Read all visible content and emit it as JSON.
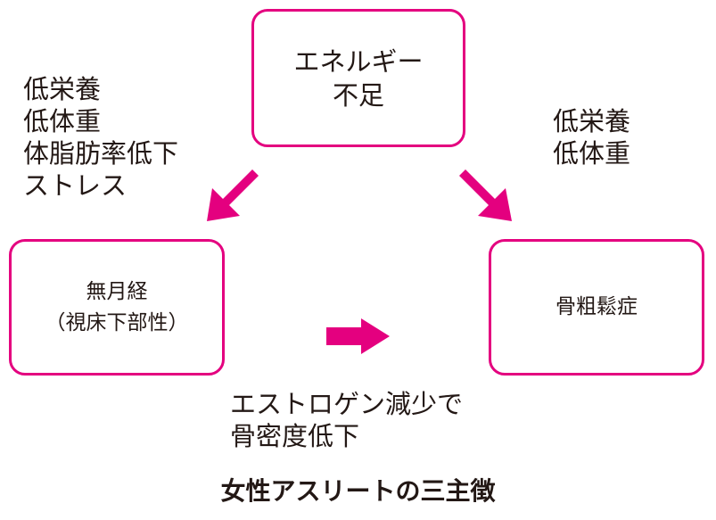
{
  "colors": {
    "accent": "#e4007f",
    "text": "#231815",
    "background": "#ffffff"
  },
  "nodes": {
    "energy": {
      "lines": [
        "エネルギー",
        "不足"
      ]
    },
    "amenorrhea": {
      "lines": [
        "無月経",
        "（視床下部性）"
      ]
    },
    "osteoporosis": {
      "lines": [
        "骨粗鬆症"
      ]
    }
  },
  "edges": {
    "energy_to_amenorrhea": {
      "lines": [
        "低栄養",
        "低体重",
        "体脂肪率低下",
        "ストレス"
      ]
    },
    "energy_to_osteoporosis": {
      "lines": [
        "低栄養",
        "低体重"
      ]
    },
    "amenorrhea_to_osteoporosis": {
      "lines": [
        "エストロゲン減少で",
        "骨密度低下"
      ]
    }
  },
  "caption": "女性アスリートの三主徴"
}
